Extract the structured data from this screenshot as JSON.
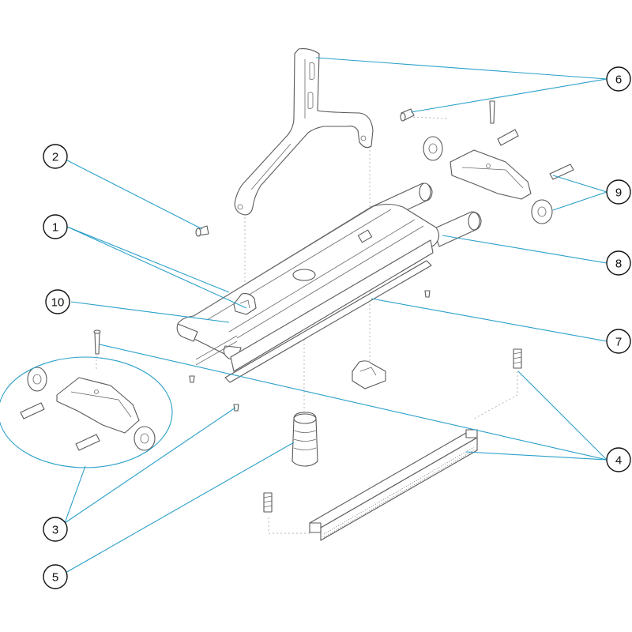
{
  "callouts": [
    {
      "number": "1"
    },
    {
      "number": "2"
    },
    {
      "number": "3"
    },
    {
      "number": "4"
    },
    {
      "number": "5"
    },
    {
      "number": "6"
    },
    {
      "number": "7"
    },
    {
      "number": "8"
    },
    {
      "number": "9"
    },
    {
      "number": "10"
    }
  ],
  "colors": {
    "leader_line": "#2aa0c9",
    "outline": "#5a5a5a",
    "bubble_stroke": "#111111"
  }
}
